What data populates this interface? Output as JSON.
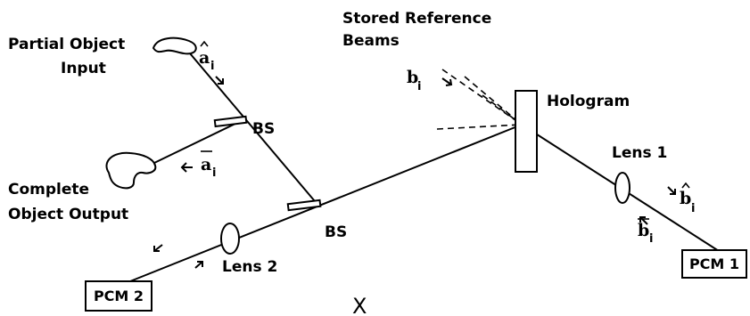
{
  "labels": {
    "partial_object_line1": "Partial Object",
    "partial_object_line2": "Input",
    "stored_reference_line1": "Stored Reference",
    "stored_reference_line2": "Beams",
    "hologram": "Hologram",
    "bs_upper": "BS",
    "bs_lower": "BS",
    "complete_object_line1": "Complete",
    "complete_object_line2": "Object Output",
    "lens1": "Lens 1",
    "lens2": "Lens 2",
    "pcm1": "PCM 1",
    "pcm2": "PCM 2",
    "crossing_mark": "X"
  },
  "symbols": {
    "a_hat": "a",
    "a_hat_sub": "i",
    "a_bar": "a",
    "a_bar_sub": "i",
    "b_ref": "b",
    "b_ref_sub": "i",
    "b_hat": "b",
    "b_hat_sub": "i",
    "b_bar": "b",
    "b_bar_sub": "i"
  }
}
